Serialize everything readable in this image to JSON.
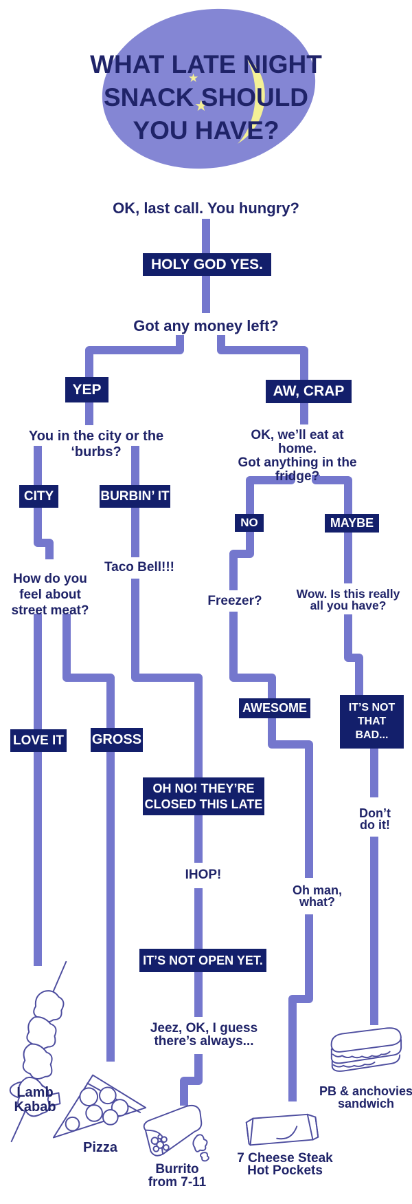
{
  "colors": {
    "background": "#ffffff",
    "blob": "#8486d4",
    "connector": "#7477cd",
    "box_background": "#131f6b",
    "box_text": "#ffffff",
    "text": "#1f2368",
    "moon": "#f4f096",
    "illustration_stroke": "#4c4c9e"
  },
  "header": {
    "title_lines": [
      "WHAT LATE NIGHT",
      "SNACK SHOULD",
      "YOU HAVE?"
    ],
    "moon_icon": "crescent-moon",
    "star_glyph": "★"
  },
  "nodes": {
    "q_hungry": "OK, last call. You hungry?",
    "a_holy_god_yes": "HOLY GOD YES.",
    "q_money": "Got any money left?",
    "a_yep": "YEP",
    "a_aw_crap": "AW, CRAP",
    "q_city_burbs": "You in the city or the ‘burbs?",
    "a_city": "CITY",
    "a_burbin_it": "BURBIN’ IT",
    "q_fridge": "OK, we’ll eat at home.\nGot anything in the\nfridge?",
    "a_no": "NO",
    "a_maybe": "MAYBE",
    "q_street_meat": "How do you\nfeel about\nstreet meat?",
    "taco_bell": "Taco Bell!!!",
    "q_freezer": "Freezer?",
    "q_wow": "Wow. Is this really\nall you have?",
    "a_love_it": "LOVE IT",
    "a_gross": "GROSS",
    "a_awesome": "AWESOME",
    "a_not_that_bad": "IT’S NOT\nTHAT\nBAD...",
    "oh_no_closed": "OH NO! THEY’RE\nCLOSED THIS LATE",
    "dont_do_it": "Don’t\ndo it!",
    "ihop": "IHOP!",
    "oh_man_what": "Oh man,\nwhat?",
    "not_open_yet": "IT’S NOT OPEN YET.",
    "jeez_always": "Jeez, OK, I guess\nthere’s always..."
  },
  "results": {
    "lamb_kabab": "Lamb\nKabab",
    "pizza": "Pizza",
    "burrito": "Burrito\nfrom 7-11",
    "hot_pockets": "7 Cheese Steak\nHot Pockets",
    "pb_sandwich": "PB & anchovies\nsandwich"
  }
}
